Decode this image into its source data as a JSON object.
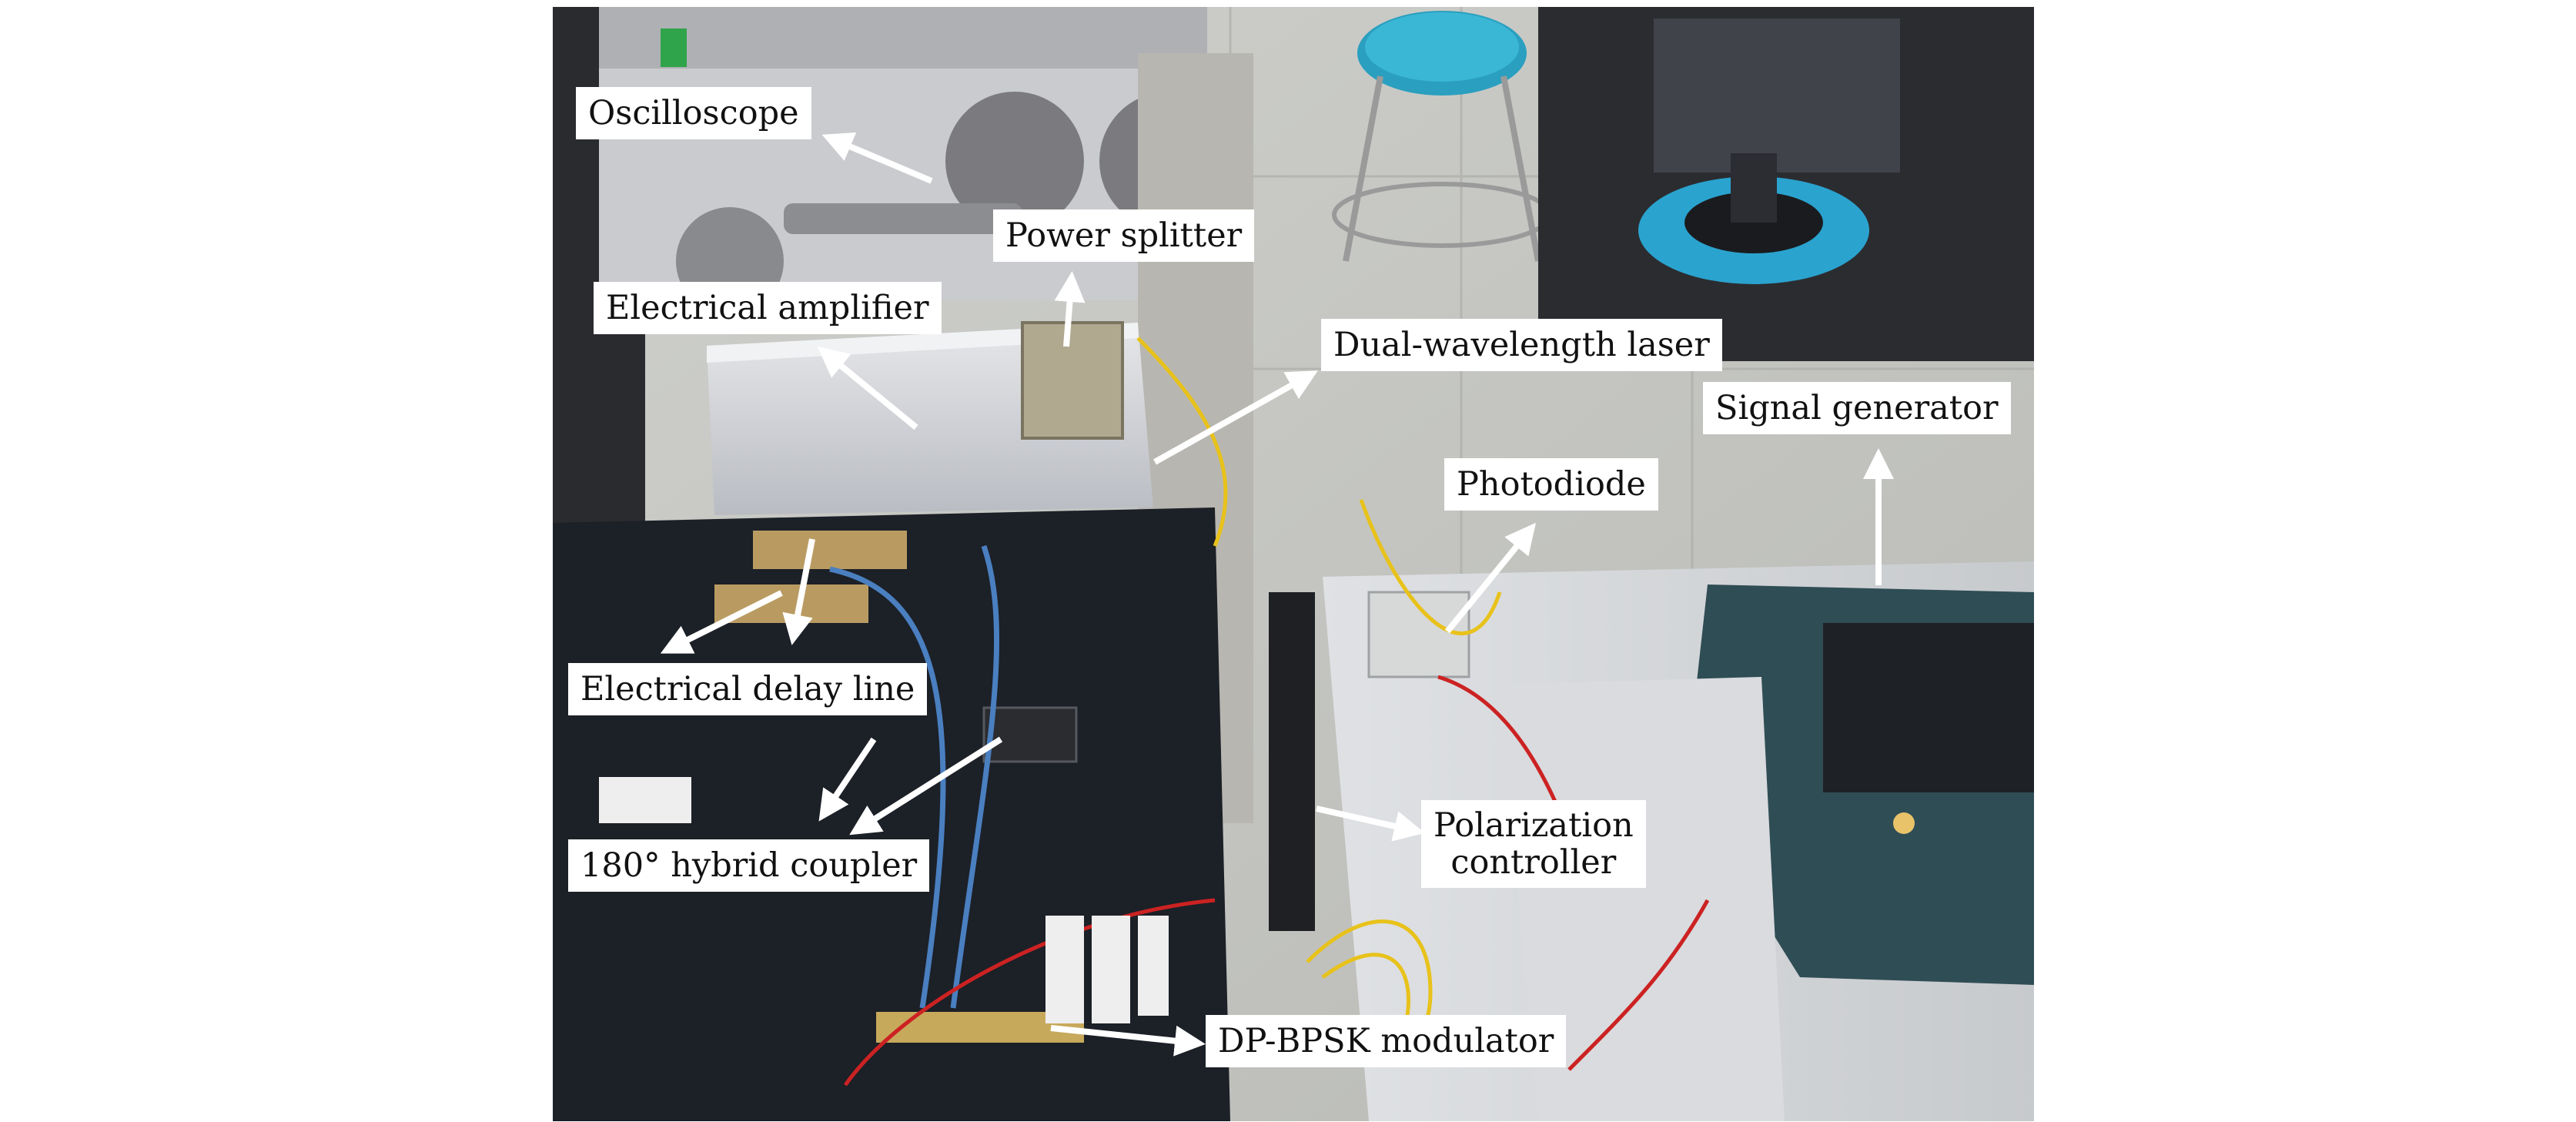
{
  "figure": {
    "labels": {
      "oscilloscope": "Oscilloscope",
      "power_splitter": "Power splitter",
      "electrical_amplifier": "Electrical amplifier",
      "dual_wavelength_laser": "Dual-wavelength laser",
      "signal_generator": "Signal generator",
      "photodiode": "Photodiode",
      "electrical_delay_line": "Electrical delay line",
      "polarization_controller_line1": "Polarization",
      "polarization_controller_line2": "controller",
      "hybrid_coupler": "180° hybrid coupler",
      "dp_bpsk_modulator": "DP-BPSK modulator"
    },
    "colors": {
      "label_background": "#ffffff",
      "arrow": "#ffffff",
      "fiber": "#e8c21a",
      "bench_mat": "#1c2027"
    }
  }
}
